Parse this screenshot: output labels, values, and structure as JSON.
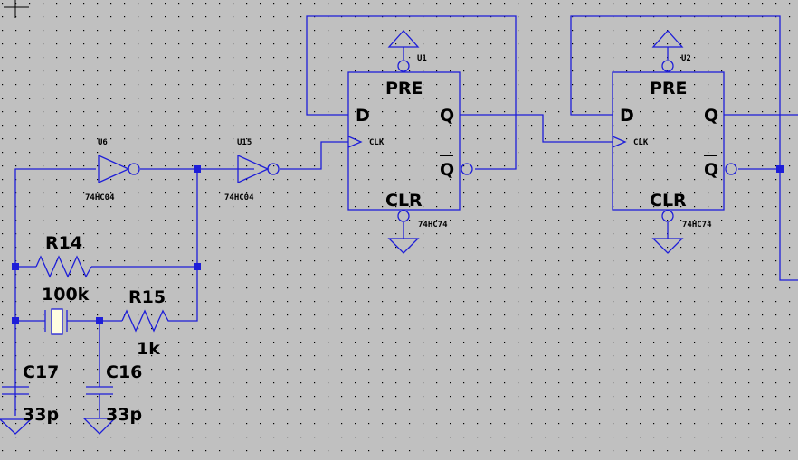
{
  "components": {
    "U6": {
      "ref": "U6",
      "part": "74HC04"
    },
    "U15": {
      "ref": "U15",
      "part": "74HC04"
    },
    "U1": {
      "ref": "U1",
      "part": "74HC74",
      "pins": {
        "pre": "PRE",
        "clr": "CLR",
        "d": "D",
        "q": "Q",
        "qbar": "Q",
        "clk": "CLK"
      }
    },
    "U2": {
      "ref": "U2",
      "part": "74HC74",
      "pins": {
        "pre": "PRE",
        "clr": "CLR",
        "d": "D",
        "q": "Q",
        "qbar": "Q",
        "clk": "CLK"
      }
    },
    "R14": {
      "ref": "R14",
      "value": "100k"
    },
    "R15": {
      "ref": "R15",
      "value": "1k"
    },
    "C17": {
      "ref": "C17",
      "value": "33p"
    },
    "C16": {
      "ref": "C16",
      "value": "33p"
    }
  },
  "colors": {
    "background": "#c0c0c0",
    "wire": "#1e1ed8",
    "grid_dot": "#000000",
    "text": "#000000"
  }
}
